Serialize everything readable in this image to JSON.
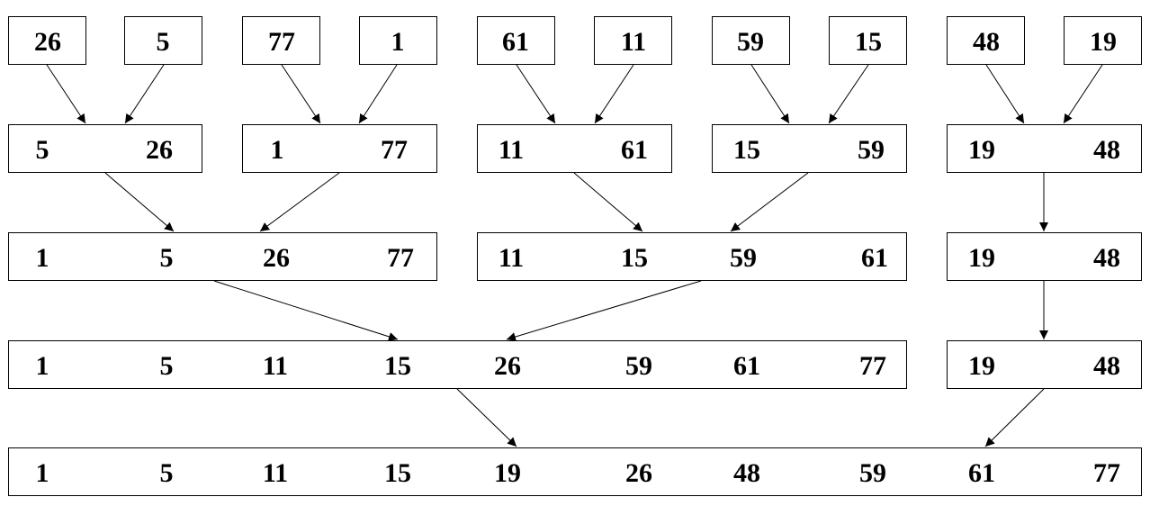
{
  "levels": [
    {
      "name": "level-1",
      "boxes": [
        {
          "values": [
            "26"
          ]
        },
        {
          "values": [
            "5"
          ]
        },
        {
          "values": [
            "77"
          ]
        },
        {
          "values": [
            "1"
          ]
        },
        {
          "values": [
            "61"
          ]
        },
        {
          "values": [
            "11"
          ]
        },
        {
          "values": [
            "59"
          ]
        },
        {
          "values": [
            "15"
          ]
        },
        {
          "values": [
            "48"
          ]
        },
        {
          "values": [
            "19"
          ]
        }
      ]
    },
    {
      "name": "level-2",
      "boxes": [
        {
          "values": [
            "5",
            "26"
          ]
        },
        {
          "values": [
            "1",
            "77"
          ]
        },
        {
          "values": [
            "11",
            "61"
          ]
        },
        {
          "values": [
            "15",
            "59"
          ]
        },
        {
          "values": [
            "19",
            "48"
          ]
        }
      ]
    },
    {
      "name": "level-3",
      "boxes": [
        {
          "values": [
            "1",
            "5",
            "26",
            "77"
          ]
        },
        {
          "values": [
            "11",
            "15",
            "59",
            "61"
          ]
        },
        {
          "values": [
            "19",
            "48"
          ]
        }
      ]
    },
    {
      "name": "level-4",
      "boxes": [
        {
          "values": [
            "1",
            "5",
            "11",
            "15",
            "26",
            "59",
            "61",
            "77"
          ]
        },
        {
          "values": [
            "19",
            "48"
          ]
        }
      ]
    },
    {
      "name": "level-5",
      "boxes": [
        {
          "values": [
            "1",
            "5",
            "11",
            "15",
            "19",
            "26",
            "48",
            "59",
            "61",
            "77"
          ]
        }
      ]
    }
  ],
  "edges": [
    {
      "from": "0.0",
      "to": "1.0"
    },
    {
      "from": "0.1",
      "to": "1.0"
    },
    {
      "from": "0.2",
      "to": "1.1"
    },
    {
      "from": "0.3",
      "to": "1.1"
    },
    {
      "from": "0.4",
      "to": "1.2"
    },
    {
      "from": "0.5",
      "to": "1.2"
    },
    {
      "from": "0.6",
      "to": "1.3"
    },
    {
      "from": "0.7",
      "to": "1.3"
    },
    {
      "from": "0.8",
      "to": "1.4"
    },
    {
      "from": "0.9",
      "to": "1.4"
    },
    {
      "from": "1.0",
      "to": "2.0"
    },
    {
      "from": "1.1",
      "to": "2.0"
    },
    {
      "from": "1.2",
      "to": "2.1"
    },
    {
      "from": "1.3",
      "to": "2.1"
    },
    {
      "from": "1.4",
      "to": "2.2"
    },
    {
      "from": "2.0",
      "to": "3.0"
    },
    {
      "from": "2.1",
      "to": "3.0"
    },
    {
      "from": "2.2",
      "to": "3.1"
    },
    {
      "from": "3.0",
      "to": "4.0"
    },
    {
      "from": "3.1",
      "to": "4.0"
    }
  ],
  "colors": {
    "line": "#000000",
    "box_border": "#000000",
    "background": "#ffffff"
  }
}
